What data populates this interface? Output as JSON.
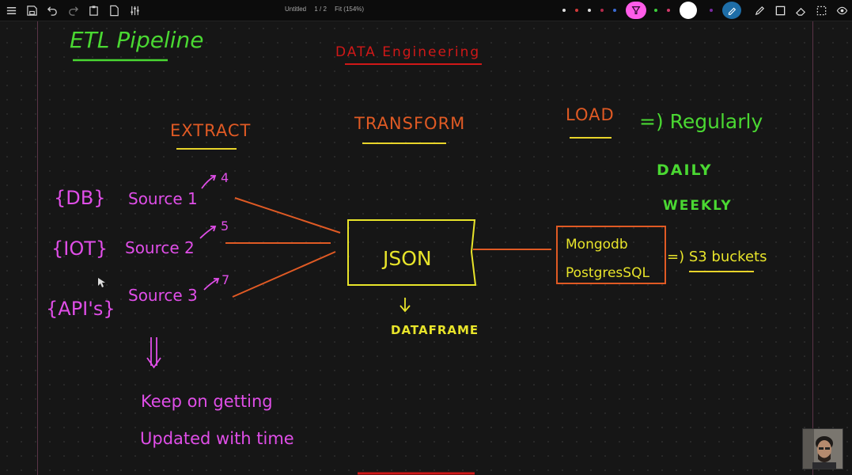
{
  "toolbar": {
    "title": "Untitled",
    "page": "1 / 2",
    "zoom": "Fit (154%)",
    "colors": [
      "#dddddd",
      "#d23a3a",
      "#dddddd",
      "#b3294a",
      "#3a6ad2",
      "#ff6cf0",
      "#3ccf3c",
      "#d23a6a",
      "#ffffff",
      "#7a2aa0"
    ]
  },
  "canvas": {
    "title": "ETL Pipeline",
    "heading": "DATA Engineering",
    "extract": "EXTRACT",
    "transform": "TRANSFORM",
    "load": "LOAD",
    "regularly": "=) Regularly",
    "daily": "DAILY",
    "weekly": "WEEKLY",
    "sources": [
      {
        "tag": "{DB}",
        "label": "Source 1",
        "note": "4"
      },
      {
        "tag": "{IOT}",
        "label": "Source 2",
        "note": "5"
      },
      {
        "tag": "{API's}",
        "label": "Source 3",
        "note": "7"
      }
    ],
    "json": "JSON",
    "dataframe": "DATAFRAME",
    "mongodb": "Mongodb",
    "postgres": "PostgresSQL",
    "s3": "=) S3 buckets",
    "note_line1": "Keep on getting",
    "note_line2": "Updated with time"
  }
}
